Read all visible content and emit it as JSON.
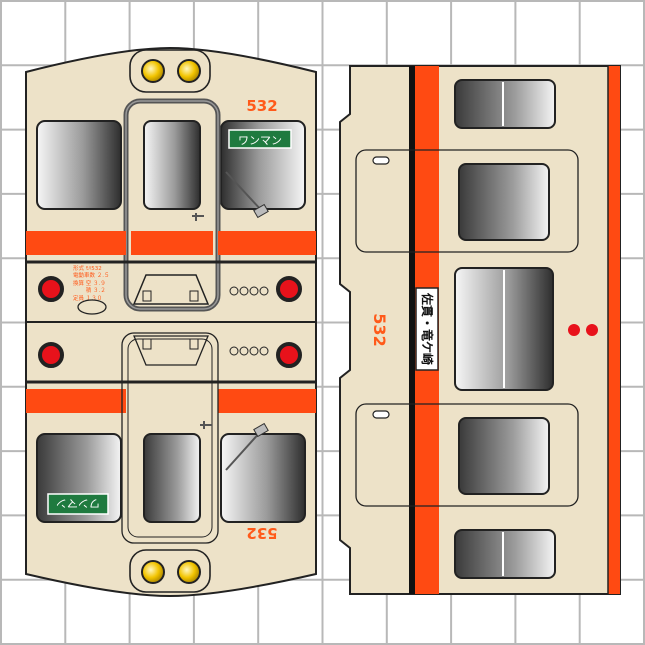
{
  "colors": {
    "grid": "#b8b8b8",
    "body": "#ede2c8",
    "stripe": "#ff4a12",
    "outline": "#222222",
    "dark": "#111111",
    "window_light": "#f4f4f4",
    "window_dark": "#333333",
    "headlight": "#f2c400",
    "taillight": "#e8121b",
    "sign_green": "#1f7a3f",
    "number_text": "#ff5a1a"
  },
  "front_upper": {
    "car_number": "532",
    "oneman_sign": "ワンマン",
    "spec_lines": [
      "形式 ﾓﾊ532",
      "電動車数 ２.５",
      "換算 空 ３.９",
      "　　 積 ３.２",
      "定員 １３０"
    ]
  },
  "front_lower": {
    "car_number": "532",
    "oneman_sign": "ワンマン"
  },
  "side": {
    "car_number": "532",
    "destination_sign": "佐貫・竜ケ崎"
  }
}
